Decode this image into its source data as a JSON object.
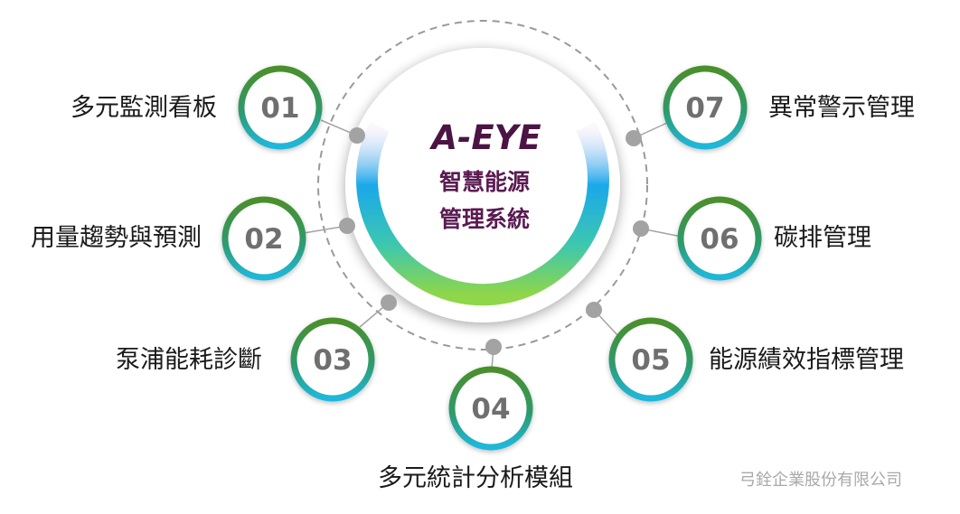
{
  "center": {
    "title": "A-EYE",
    "subtitle_line1": "智慧能源",
    "subtitle_line2": "管理系統"
  },
  "modules": [
    {
      "number": "01",
      "label": "多元監測看板"
    },
    {
      "number": "02",
      "label": "用量趨勢與預測"
    },
    {
      "number": "03",
      "label": "泵浦能耗診斷"
    },
    {
      "number": "04",
      "label": "多元統計分析模組"
    },
    {
      "number": "05",
      "label": "能源績效指標管理"
    },
    {
      "number": "06",
      "label": "碳排管理"
    },
    {
      "number": "07",
      "label": "異常警示管理"
    }
  ],
  "company": "弓銓企業股份有限公司",
  "colors": {
    "ring_green": "#3c8c2c",
    "ring_blue": "#20b2d8",
    "title_purple": "#4b1444",
    "dot_gray": "#a3a3a3",
    "dashed_orbit": "#9a9a9a"
  },
  "icons": {
    "connector": "gray-dot"
  }
}
